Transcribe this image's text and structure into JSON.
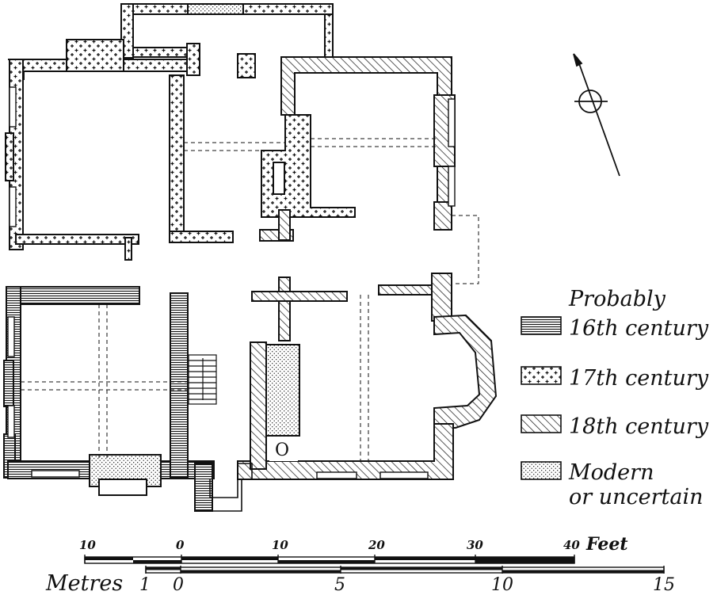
{
  "legend": {
    "heading": "Probably",
    "items": [
      {
        "key": "c16",
        "label": "16th century",
        "pattern": "horizontal-stripes"
      },
      {
        "key": "c17",
        "label": "17th century",
        "pattern": "crosses"
      },
      {
        "key": "c18",
        "label": "18th century",
        "pattern": "diagonal-hatch"
      },
      {
        "key": "modern",
        "label": "Modern",
        "label2": "or uncertain",
        "pattern": "dots"
      }
    ]
  },
  "room_marker": "O",
  "scale": {
    "feet_unit": "Feet",
    "feet_ticks": [
      "10",
      "0",
      "10",
      "20",
      "30",
      "40"
    ],
    "metres_unit": "Metres",
    "metres_ticks": [
      "1",
      "0",
      "5",
      "10",
      "15"
    ]
  },
  "north_arrow": {
    "icon": "north-arrow-icon"
  },
  "colors": {
    "ink": "#111111",
    "paper": "#ffffff"
  }
}
